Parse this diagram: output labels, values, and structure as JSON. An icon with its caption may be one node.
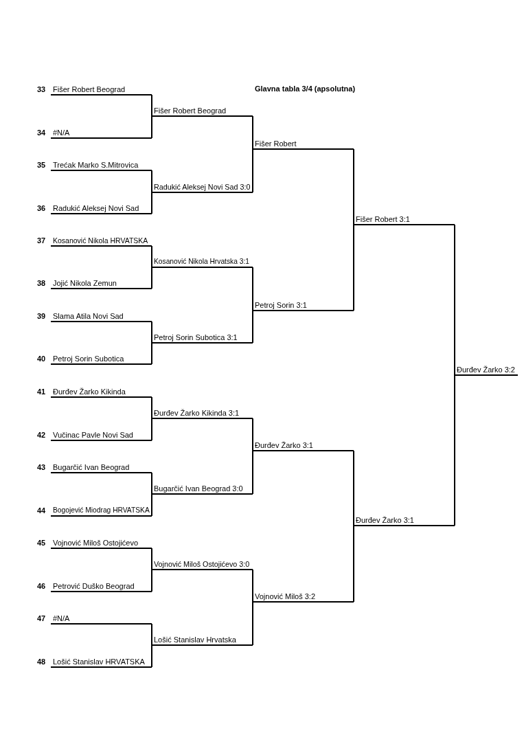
{
  "diagram": {
    "title": "Glavna tabla 3/4 (apsolutna)",
    "nodes": [
      {
        "text": [
          "33",
          "Fišer Robert Beograd"
        ]
      },
      {
        "text": [
          "34",
          "#N/A"
        ]
      },
      {
        "text": [
          "35",
          "Trećak Marko S.Mitrovica"
        ]
      },
      {
        "text": [
          "36",
          "Radukić Aleksej Novi Sad"
        ]
      },
      {
        "text": [
          "37",
          "Kosanović Nikola HRVATSKA"
        ]
      },
      {
        "text": [
          "38",
          "Jojić Nikola Zemun"
        ]
      },
      {
        "text": [
          "39",
          "Slama Atila Novi Sad"
        ]
      },
      {
        "text": [
          "40",
          "Petroj Sorin Subotica"
        ]
      },
      {
        "text": [
          "41",
          "Đurđev Žarko Kikinda"
        ]
      },
      {
        "text": [
          "42",
          "Vučinac Pavle Novi Sad"
        ]
      },
      {
        "text": [
          "43",
          "Bugarčić Ivan Beograd"
        ]
      },
      {
        "text": [
          "44",
          "Bogojević Miodrag HRVATSKA"
        ]
      },
      {
        "text": [
          "45",
          "Vojnović Miloš Ostojićevo"
        ]
      },
      {
        "text": [
          "46",
          "Petrović Duško Beograd"
        ]
      },
      {
        "text": [
          "47",
          "#N/A"
        ]
      },
      {
        "text": [
          "48",
          "Lošić Stanislav HRVATSKA"
        ]
      },
      {
        "text": [
          "Fišer Robert Beograd"
        ]
      },
      {
        "text": [
          "Radukić Aleksej Novi Sad 3:0"
        ]
      },
      {
        "text": [
          "Kosanović Nikola Hrvatska 3:1"
        ]
      },
      {
        "text": [
          "Petroj Sorin Subotica 3:1"
        ]
      },
      {
        "text": [
          "Đurđev Žarko Kikinda 3:1"
        ]
      },
      {
        "text": [
          "Bugarčić Ivan Beograd 3:0"
        ]
      },
      {
        "text": [
          "Vojnović Miloš Ostojićevo 3:0"
        ]
      },
      {
        "text": [
          "Lošić Stanislav Hrvatska"
        ]
      },
      {
        "text": [
          "Fišer Robert"
        ]
      },
      {
        "text": [
          "Petroj Sorin 3:1"
        ]
      },
      {
        "text": [
          "Đurđev Žarko 3:1"
        ]
      },
      {
        "text": [
          "Vojnović Miloš 3:2"
        ]
      },
      {
        "text": [
          "Fišer Robert 3:1"
        ]
      },
      {
        "text": [
          "Đurđev Žarko 3:1"
        ]
      },
      {
        "text": [
          "Đurđev Žarko 3:2"
        ]
      }
    ],
    "edges": [
      {
        "from": 0,
        "to": 16,
        "arrow": "none"
      },
      {
        "from": 1,
        "to": 16,
        "arrow": "none"
      },
      {
        "from": 2,
        "to": 17,
        "arrow": "none"
      },
      {
        "from": 3,
        "to": 17,
        "arrow": "none"
      },
      {
        "from": 4,
        "to": 18,
        "arrow": "none"
      },
      {
        "from": 5,
        "to": 18,
        "arrow": "none"
      },
      {
        "from": 6,
        "to": 19,
        "arrow": "none"
      },
      {
        "from": 7,
        "to": 19,
        "arrow": "none"
      },
      {
        "from": 8,
        "to": 20,
        "arrow": "none"
      },
      {
        "from": 9,
        "to": 20,
        "arrow": "none"
      },
      {
        "from": 10,
        "to": 21,
        "arrow": "none"
      },
      {
        "from": 11,
        "to": 21,
        "arrow": "none"
      },
      {
        "from": 12,
        "to": 22,
        "arrow": "none"
      },
      {
        "from": 13,
        "to": 22,
        "arrow": "none"
      },
      {
        "from": 14,
        "to": 23,
        "arrow": "none"
      },
      {
        "from": 15,
        "to": 23,
        "arrow": "none"
      },
      {
        "from": 16,
        "to": 24,
        "arrow": "none"
      },
      {
        "from": 17,
        "to": 24,
        "arrow": "none"
      },
      {
        "from": 18,
        "to": 25,
        "arrow": "none"
      },
      {
        "from": 19,
        "to": 25,
        "arrow": "none"
      },
      {
        "from": 20,
        "to": 26,
        "arrow": "none"
      },
      {
        "from": 21,
        "to": 26,
        "arrow": "none"
      },
      {
        "from": 22,
        "to": 27,
        "arrow": "none"
      },
      {
        "from": 23,
        "to": 27,
        "arrow": "none"
      },
      {
        "from": 24,
        "to": 28,
        "arrow": "none"
      },
      {
        "from": 25,
        "to": 28,
        "arrow": "none"
      },
      {
        "from": 26,
        "to": 29,
        "arrow": "none"
      },
      {
        "from": 27,
        "to": 29,
        "arrow": "none"
      },
      {
        "from": 28,
        "to": 30,
        "arrow": "none"
      },
      {
        "from": 29,
        "to": 30,
        "arrow": "none"
      }
    ]
  }
}
